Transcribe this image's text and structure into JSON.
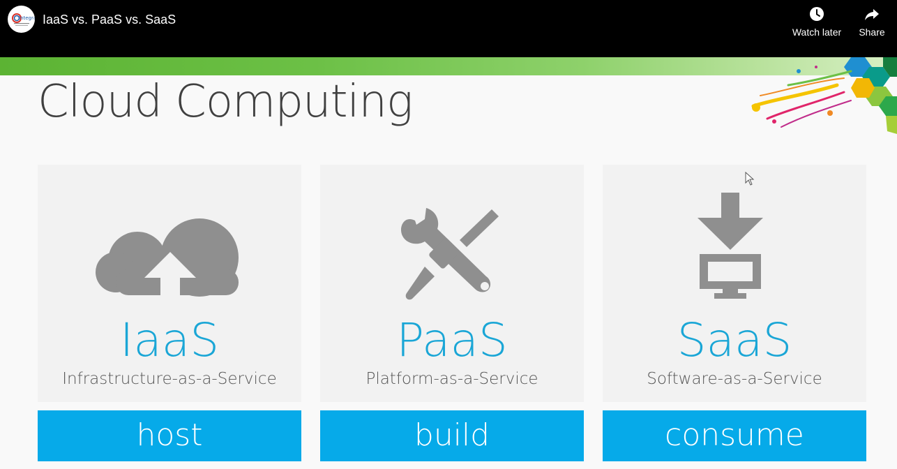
{
  "player": {
    "title": "IaaS vs. PaaS vs. SaaS",
    "channel_logo_text": "Integrant",
    "actions": [
      {
        "label": "Watch later",
        "icon": "clock-icon"
      },
      {
        "label": "Share",
        "icon": "share-arrow-icon"
      }
    ]
  },
  "slide": {
    "title": "Cloud Computing",
    "cards": [
      {
        "acronym": "IaaS",
        "full_name": "Infrastructure-as-a-Service",
        "verb": "host",
        "icon": "cloud-upload-icon"
      },
      {
        "acronym": "PaaS",
        "full_name": "Platform-as-a-Service",
        "verb": "build",
        "icon": "wrench-screwdriver-icon"
      },
      {
        "acronym": "SaaS",
        "full_name": "Software-as-a-Service",
        "verb": "consume",
        "icon": "download-monitor-icon"
      }
    ]
  },
  "colors": {
    "accent_blue": "#06aae9",
    "acronym_blue": "#1aa6d6",
    "green_stripe": "#6cc046",
    "icon_gray": "#8f8f8f"
  }
}
